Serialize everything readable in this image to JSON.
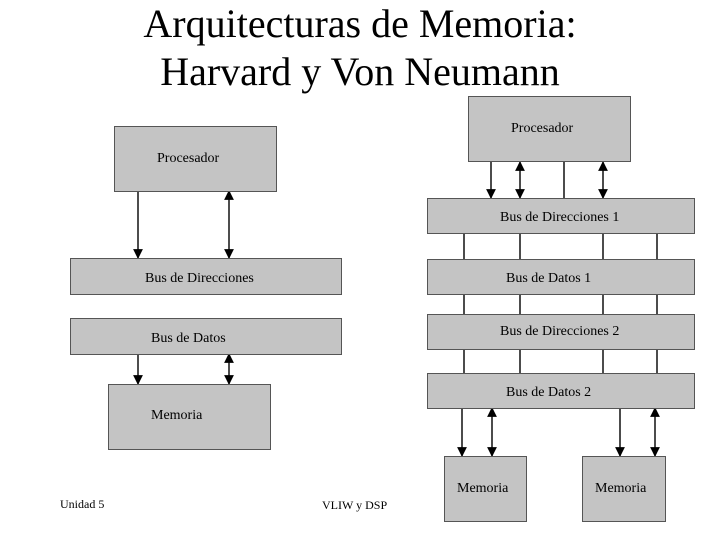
{
  "slide": {
    "title_line1": "Arquitecturas de Memoria:",
    "title_line2": "Harvard y Von Neumann"
  },
  "von_neumann": {
    "processor": "Procesador",
    "address_bus": "Bus de Direcciones",
    "data_bus": "Bus de Datos",
    "memory": "Memoria"
  },
  "harvard": {
    "processor": "Procesador",
    "address_bus_1": "Bus de Direcciones 1",
    "data_bus_1": "Bus de Datos 1",
    "address_bus_2": "Bus de Direcciones 2",
    "data_bus_2": "Bus de Datos 2",
    "memory_1": "Memoria",
    "memory_2": "Memoria"
  },
  "footer": {
    "unit": "Unidad 5",
    "topic": "VLIW y DSP"
  }
}
